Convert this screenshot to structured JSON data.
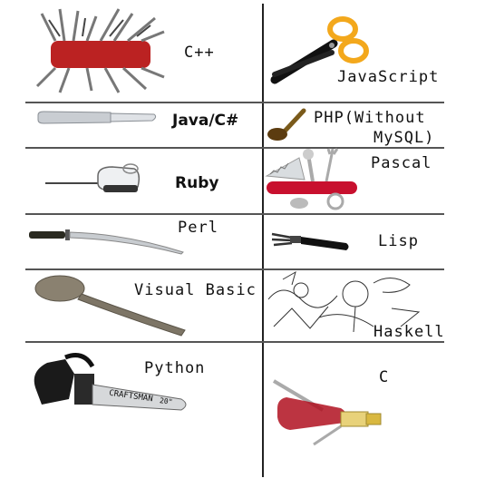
{
  "rows": [
    {
      "left": {
        "label": "C++",
        "icon": "giant-swiss-army-knife-icon"
      },
      "right": {
        "label": "JavaScript",
        "icon": "scissors-icon"
      }
    },
    {
      "left": {
        "label": "Java/C#",
        "icon": "butter-knife-icon"
      },
      "right": {
        "label_line1": "PHP(Without",
        "label_line2": "MySQL)",
        "icon": "hammer-icon"
      }
    },
    {
      "left": {
        "label": "Ruby",
        "icon": "electric-knife-icon"
      },
      "right": {
        "label": "Pascal",
        "icon": "camping-utensil-set-icon"
      }
    },
    {
      "left": {
        "label": "Perl",
        "icon": "katana-icon"
      },
      "right": {
        "label": "Lisp",
        "icon": "garden-fork-icon"
      }
    },
    {
      "left": {
        "label": "Visual Basic",
        "icon": "spoon-icon"
      },
      "right": {
        "label": "Haskell",
        "icon": "abstract-sketch-icon"
      }
    },
    {
      "left": {
        "label": "Python",
        "icon": "chainsaw-icon",
        "brand": "CRAFTSMAN",
        "bar_size": "20\""
      },
      "right": {
        "label": "C",
        "icon": "usb-swiss-army-knife-icon"
      }
    }
  ],
  "colors": {
    "line": "#222222",
    "red": "#c8102e",
    "orange": "#f3a81c"
  }
}
